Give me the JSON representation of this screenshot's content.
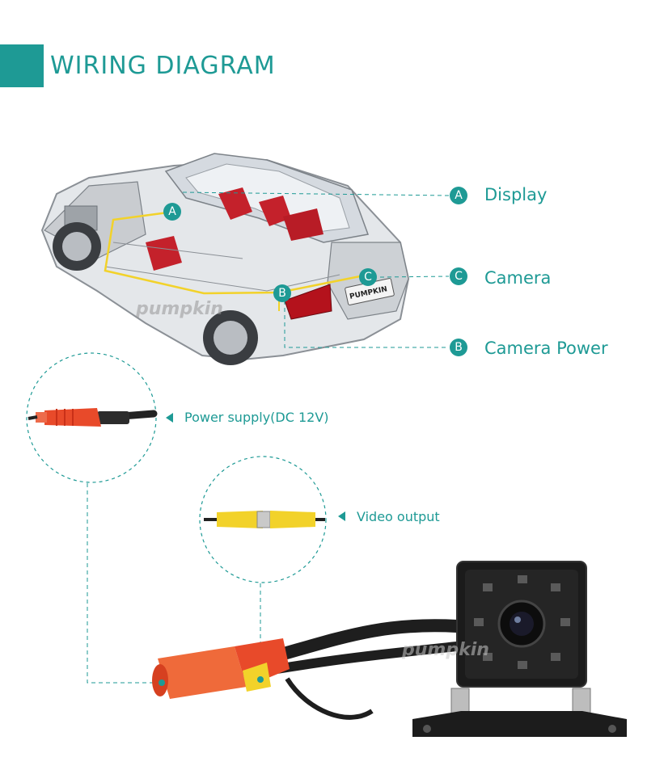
{
  "header": {
    "title": "WIRING DIAGRAM"
  },
  "legend": [
    {
      "key": "A",
      "label": "Display"
    },
    {
      "key": "C",
      "label": "Camera"
    },
    {
      "key": "B",
      "label": "Camera Power"
    }
  ],
  "car_markers": [
    "A",
    "B",
    "C"
  ],
  "callouts": {
    "power": "Power supply(DC 12V)",
    "video": "Video output"
  },
  "plate_text": "PUMPKIN",
  "watermarks": [
    "pumpkin",
    "pumpkin"
  ],
  "colors": {
    "accent": "#1e9a95",
    "wire_yellow": "#f2d22a",
    "plug_red": "#e84a2a"
  }
}
